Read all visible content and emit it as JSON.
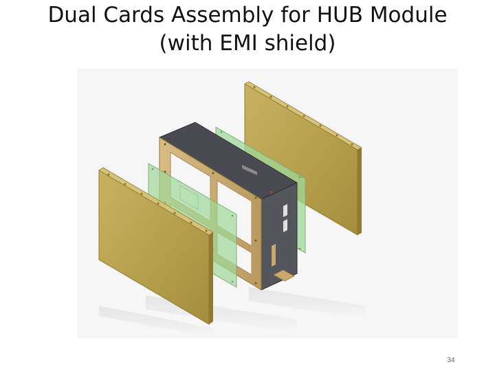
{
  "slide": {
    "title_line1": "Dual Cards Assembly for HUB Module",
    "title_line2": "(with EMI shield)",
    "page_number": "34"
  },
  "figure": {
    "kind": "exploded-assembly-render",
    "parts": [
      "rear-emi-shield",
      "rear-pcb-card",
      "chassis-frame",
      "front-pcb-card",
      "front-emi-shield"
    ],
    "colors": {
      "shield": "#b59f4c",
      "shield_edge": "#8f7a30",
      "frame_brass": "#c9a870",
      "frame_dark": "#4a4a52",
      "pcb_green": "#9fd89a",
      "background": "#f6f6f6"
    }
  }
}
